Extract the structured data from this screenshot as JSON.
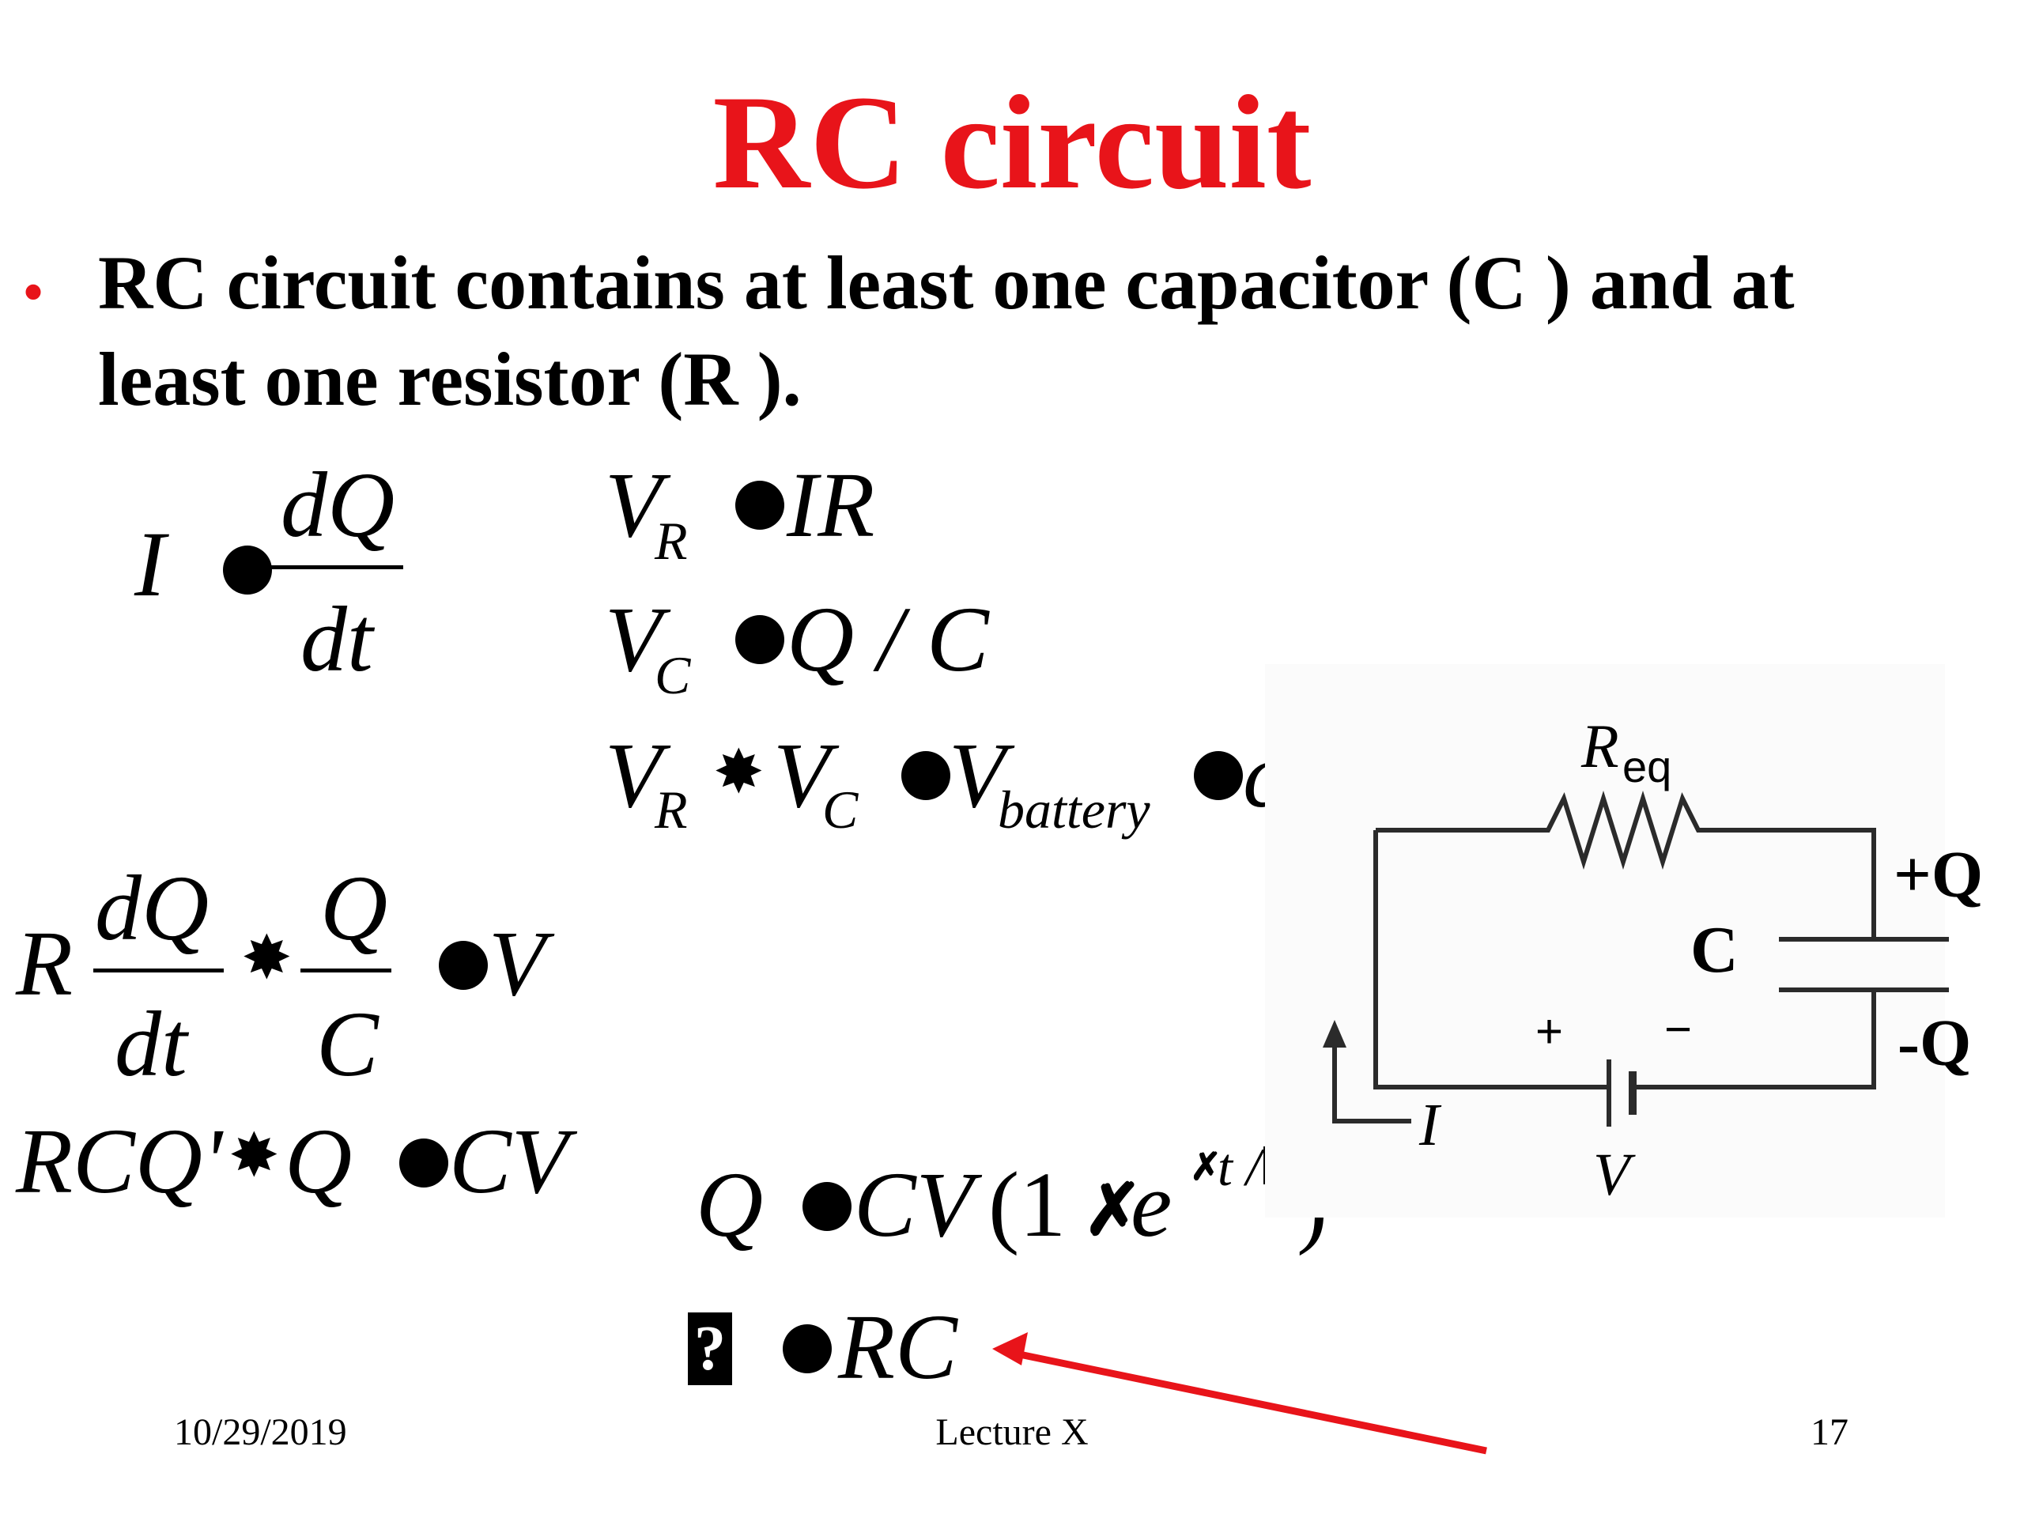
{
  "slide": {
    "title": "RC circuit",
    "bullet": {
      "marker": "•",
      "line1": "RC circuit contains at least one capacitor (C ) and at",
      "line2": "least one resistor (R )."
    },
    "eq1": {
      "lhs": "I",
      "num": "dQ",
      "den": "dt"
    },
    "eq2": {
      "lhs": "V",
      "sub": "R",
      "rhs": "IR"
    },
    "eq3": {
      "lhs": "V",
      "sub": "C",
      "rhs": "Q / C"
    },
    "eq4": {
      "v1": "V",
      "s1": "R",
      "v2": "V",
      "s2": "C",
      "v3": "V",
      "s3": "battery",
      "rhs": "const"
    },
    "eq5": {
      "r": "R",
      "num1": "dQ",
      "den1": "dt",
      "num2": "Q",
      "den2": "C",
      "rhs": "V"
    },
    "eq6": {
      "lhs": "RCQ'",
      "mid": "Q",
      "rhs": "CV"
    },
    "eq7": {
      "lhs": "Q",
      "rhs": "CV",
      "paren_open": "(1",
      "e": "e",
      "exp": "t /",
      "paren_close": ")"
    },
    "eq8": {
      "rhs": "RC"
    },
    "circuit": {
      "resistor_label": "R",
      "resistor_sub": "eq",
      "cap_label": "C",
      "plus_q": "+Q",
      "minus_q": "-Q",
      "plus_sign": "+",
      "minus_sign": "−",
      "current_label": "I",
      "battery_label": "V"
    },
    "footer": {
      "date": "10/29/2019",
      "center": "Lecture X",
      "page": "17"
    },
    "colors": {
      "title": "#e8141a",
      "arrow": "#e8141a",
      "wire": "#2b2b2b"
    }
  }
}
